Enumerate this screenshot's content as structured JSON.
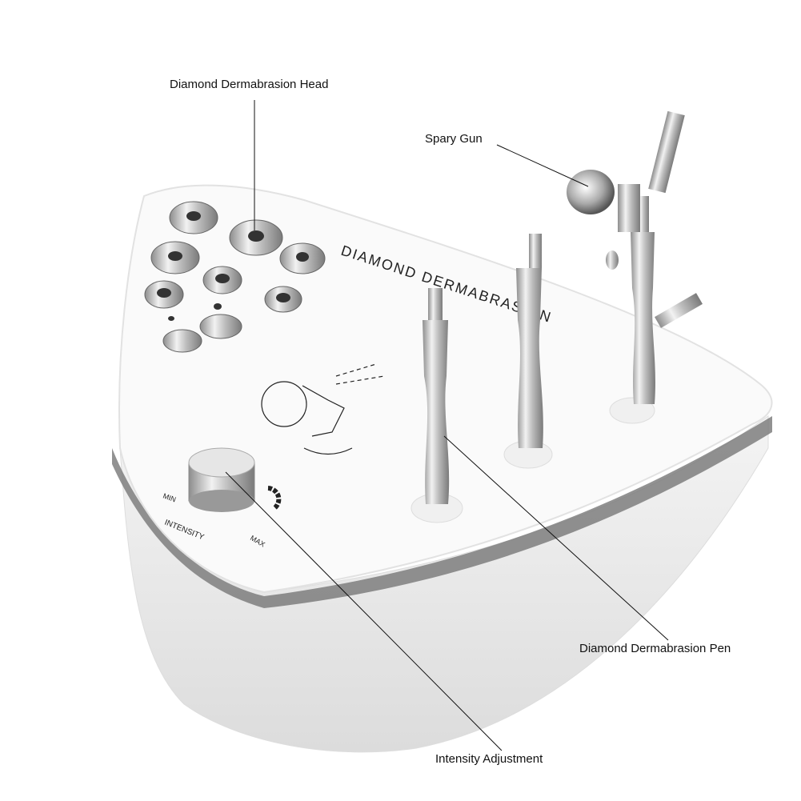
{
  "callouts": {
    "head": "Diamond Dermabrasion Head",
    "gun": "Spary Gun",
    "pen": "Diamond Dermabrasion Pen",
    "intensity": "Intensity Adjustment"
  },
  "panel": {
    "brand": "DIAMOND DERMABRASION",
    "min": "MIN",
    "max": "MAX",
    "intensity": "INTENSITY"
  }
}
